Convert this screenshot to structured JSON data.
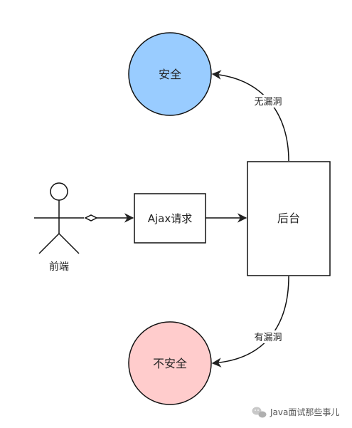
{
  "nodes": {
    "safe": {
      "label": "安全",
      "fill": "#99ccff"
    },
    "unsafe": {
      "label": "不安全",
      "fill": "#ffcccc"
    },
    "ajax": {
      "label": "Ajax请求"
    },
    "backend": {
      "label": "后台"
    },
    "actor": {
      "label": "前端"
    }
  },
  "edges": {
    "to_safe": {
      "label": "无漏洞"
    },
    "to_unsafe": {
      "label": "有漏洞"
    }
  },
  "watermark": {
    "text": "Java面试那些事儿"
  }
}
